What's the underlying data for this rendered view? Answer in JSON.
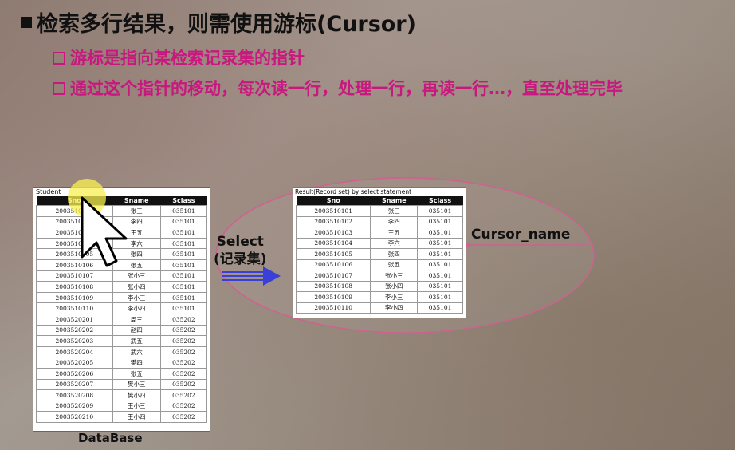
{
  "title": "检索多行结果，则需使用游标(Cursor)",
  "bullets": [
    "游标是指向某检索记录集的指针",
    "通过这个指针的移动，每次读一行，处理一行，再读一行…，直至处理完毕"
  ],
  "database": {
    "caption": "Student",
    "columns": [
      "Sno",
      "Sname",
      "Sclass"
    ],
    "rows": [
      [
        "2003510101",
        "张三",
        "035101"
      ],
      [
        "2003510102",
        "李四",
        "035101"
      ],
      [
        "2003510103",
        "王五",
        "035101"
      ],
      [
        "2003510104",
        "李六",
        "035101"
      ],
      [
        "2003510105",
        "张四",
        "035101"
      ],
      [
        "2003510106",
        "张五",
        "035101"
      ],
      [
        "2003510107",
        "张小三",
        "035101"
      ],
      [
        "2003510108",
        "张小四",
        "035101"
      ],
      [
        "2003510109",
        "李小三",
        "035101"
      ],
      [
        "2003510110",
        "李小四",
        "035101"
      ],
      [
        "2003520201",
        "周三",
        "035202"
      ],
      [
        "2003520202",
        "赵四",
        "035202"
      ],
      [
        "2003520203",
        "武五",
        "035202"
      ],
      [
        "2003520204",
        "武六",
        "035202"
      ],
      [
        "2003520205",
        "樊四",
        "035202"
      ],
      [
        "2003520206",
        "张五",
        "035202"
      ],
      [
        "2003520207",
        "樊小三",
        "035202"
      ],
      [
        "2003520208",
        "樊小四",
        "035202"
      ],
      [
        "2003520209",
        "王小三",
        "035202"
      ],
      [
        "2003520210",
        "王小四",
        "035202"
      ]
    ],
    "footer": "DataBase"
  },
  "select_label_line1": "Select",
  "select_label_line2": "(记录集)",
  "result": {
    "caption": "Result(Record set) by select statement",
    "columns": [
      "Sno",
      "Sname",
      "Sclass"
    ],
    "rows": [
      [
        "2003510101",
        "张三",
        "035101"
      ],
      [
        "2003510102",
        "李四",
        "035101"
      ],
      [
        "2003510103",
        "王五",
        "035101"
      ],
      [
        "2003510104",
        "李六",
        "035101"
      ],
      [
        "2003510105",
        "张四",
        "035101"
      ],
      [
        "2003510106",
        "张五",
        "035101"
      ],
      [
        "2003510107",
        "张小三",
        "035101"
      ],
      [
        "2003510108",
        "张小四",
        "035101"
      ],
      [
        "2003510109",
        "李小三",
        "035101"
      ],
      [
        "2003510110",
        "李小四",
        "035101"
      ]
    ]
  },
  "cursor_label": "Cursor_name",
  "colors": {
    "accent": "#c8177e",
    "ellipse": "#d06090",
    "arrow": "#3a3fd6"
  }
}
